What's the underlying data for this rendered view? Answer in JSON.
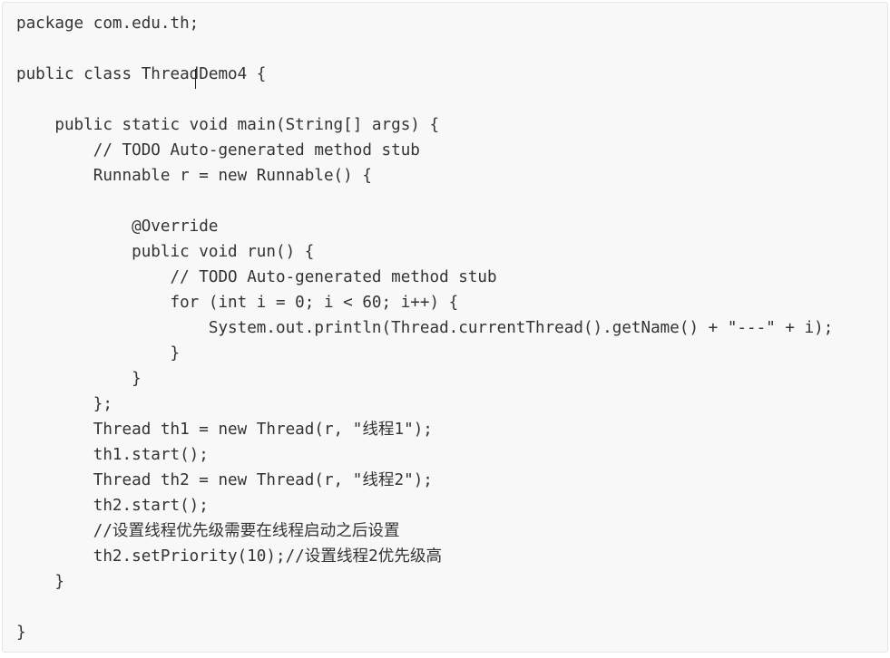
{
  "code": {
    "lines": [
      "package com.edu.th;",
      "",
      "public class ThreadDemo4 {",
      "",
      "    public static void main(String[] args) {",
      "        // TODO Auto-generated method stub",
      "        Runnable r = new Runnable() {",
      "",
      "            @Override",
      "            public void run() {",
      "                // TODO Auto-generated method stub",
      "                for (int i = 0; i < 60; i++) {",
      "                    System.out.println(Thread.currentThread().getName() + \"---\" + i);",
      "                }",
      "            }",
      "        };",
      "        Thread th1 = new Thread(r, \"线程1\");",
      "        th1.start();",
      "        Thread th2 = new Thread(r, \"线程2\");",
      "        th2.start();",
      "        //设置线程优先级需要在线程启动之后设置",
      "        th2.setPriority(10);//设置线程2优先级高",
      "    }",
      "",
      "}"
    ]
  }
}
